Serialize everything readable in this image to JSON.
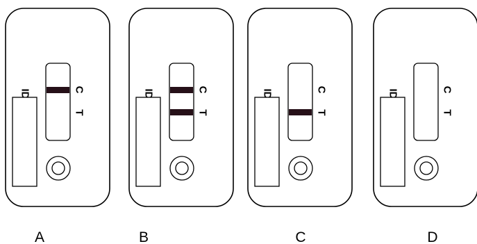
{
  "labels": {
    "id": "ID",
    "control": "C",
    "test": "T"
  },
  "band_color": "#261018",
  "panels": [
    {
      "letter": "A",
      "control_line": true,
      "test_line": false
    },
    {
      "letter": "B",
      "control_line": true,
      "test_line": true
    },
    {
      "letter": "C",
      "control_line": false,
      "test_line": true
    },
    {
      "letter": "D",
      "control_line": false,
      "test_line": false
    }
  ]
}
